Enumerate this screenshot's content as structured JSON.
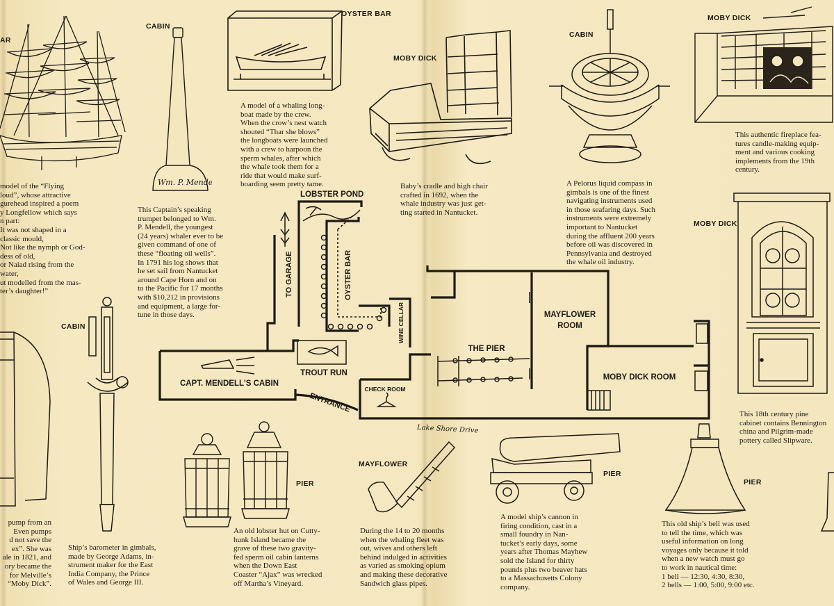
{
  "labels": {
    "top_left_cut": "AR",
    "cabin_trumpet": "CABIN",
    "oyster_bar_top": "OYSTER BAR",
    "moby_cradle": "MOBY DICK",
    "cabin_compass": "CABIN",
    "moby_fireplace": "MOBY DICK",
    "moby_cabinet": "MOBY DICK",
    "cabin_barometer": "CABIN",
    "pier_lanterns": "PIER",
    "mayflower_pipe": "MAYFLOWER",
    "pier_cannon": "PIER",
    "pier_bell": "PIER"
  },
  "captions": {
    "ship": [
      "model of the “Flying",
      "loud”, whose attractive",
      "gurehead inspired a poem",
      "y Longfellow which says",
      "n part:",
      "It was not shaped in a",
      "classic mould,",
      "Not like the nymph or God-",
      "dess of old,",
      "or Naiad rising from the",
      "water,",
      "ut modelled from the mas-",
      "ter’s daughter!”"
    ],
    "trumpet": [
      "This Captain’s speaking",
      "trumpet belonged to Wm.",
      "P. Mendell, the youngest",
      "(24 years) whaler ever to be",
      "given command of one of",
      "these “floating oil wells”.",
      "In 1791 his log shows that",
      "he set sail from Nantucket",
      "around Cape Horn and on",
      "to the Pacific for 17 months",
      "with $10,212 in provisions",
      "and equipment, a large for-",
      "tune in those days."
    ],
    "longboat": [
      "A model of a whaling long-",
      "boat made by the crew.",
      "When the crow’s nest watch",
      "shouted “Thar she blows”",
      "the longboats were launched",
      "with a crew to harpoon the",
      "sperm whales, after which",
      "the whale took them for a",
      "ride that would make surf-",
      "boarding seem pretty tame."
    ],
    "cradle": [
      "Baby’s cradle and high chair",
      "crafted in 1692, when the",
      "whale industry was just get-",
      "ting started in Nantucket."
    ],
    "compass": [
      "A Pelorus liquid compass in",
      "gimbals is one of the finest",
      "navigating instruments used",
      "in those seafaring days. Such",
      "instruments were extremely",
      "important to Nantucket",
      "during the affluent 200 years",
      "before oil was discovered in",
      "Pennsylvania and destroyed",
      "the whale oil industry."
    ],
    "fireplace": [
      "This authentic fireplace fea-",
      "tures candle-making equip-",
      "ment and various cooking",
      "implements from the 19th",
      "century."
    ],
    "cabinet": [
      "This 18th century pine",
      "cabinet contains Bennington",
      "china and Pilgrim-made",
      "pottery called Slipware."
    ],
    "pump": [
      "pump from an",
      "Even pumps",
      "d not save the",
      "ex”. She was",
      "ale in 1821, and",
      "ory became the",
      "for Melville’s",
      "“Moby Dick”."
    ],
    "barometer": [
      "Ship’s barometer in gimbals,",
      "made by George Adams, in-",
      "strument maker for the East",
      "India Company, the Prince",
      "of Wales and George III."
    ],
    "lanterns": [
      "An old lobster hut on Cutty-",
      "hunk Island became the",
      "grave of these two gravity-",
      "fed sperm oil cabin lanterns",
      "when the Down East",
      "Coaster “Ajax” was wrecked",
      "off Martha’s Vineyard."
    ],
    "pipe": [
      "During the 14 to 20 months",
      "when the whaling fleet was",
      "out, wives and others left",
      "behind indulged in activities",
      "as varied as smoking opium",
      "and making these decorative",
      "Sandwich glass pipes."
    ],
    "cannon": [
      "A model ship’s cannon in",
      "firing condition, cast in a",
      "small foundry in Nan-",
      "tucket’s early days, some",
      "years after Thomas Mayhew",
      "sold the Island for thirty",
      "pounds plus two beaver hats",
      "to a Massachusetts Colony",
      "company."
    ],
    "bell": [
      "This old ship’s bell was used",
      "to tell the time, which was",
      "useful information on long",
      "voyages only because it told",
      "when a new watch must go",
      "to work in nautical time:",
      "1 bell — 12:30, 4:30, 8:30,",
      "2 bells — 1:00, 5:00, 9:00 etc."
    ]
  },
  "map": {
    "lobster_pond": "LOBSTER POND",
    "to_garage": "TO GARAGE",
    "oyster_bar": "OYSTER BAR",
    "wine_cellar": "WINE CELLAR",
    "mayflower_room_1": "MAYFLOWER",
    "mayflower_room_2": "ROOM",
    "the_pier": "THE PIER",
    "moby_dick_room": "MOBY DICK ROOM",
    "capt_mendells_cabin": "CAPT. MENDELL'S CABIN",
    "trout_run": "TROUT RUN",
    "check_room": "CHECK ROOM",
    "entrance": "ENTRANCE",
    "lake_shore_drive": "Lake Shore Drive"
  },
  "inscriptions": {
    "trumpet_signature": "Wm. P. Mendell"
  },
  "colors": {
    "paper": "#f4e6bd",
    "ink": "#1d1a15"
  }
}
